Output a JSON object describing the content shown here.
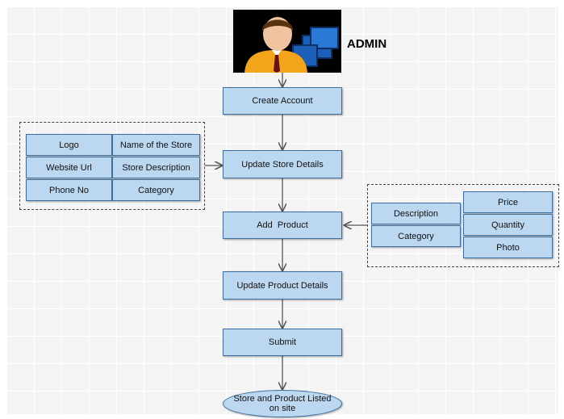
{
  "admin": {
    "label": "ADMIN",
    "icon": "admin-user-icon"
  },
  "flow": {
    "create_account": "Create Account",
    "update_store_details": "Update Store Details",
    "add_product": "Add  Product",
    "update_product_details": "Update Product Details",
    "submit": "Submit",
    "listed_line1": "Store and Product Listed",
    "listed_line2": "on site"
  },
  "store_fields": {
    "logo": "Logo",
    "name_of_store": "Name of the Store",
    "website_url": "Website Url",
    "store_description": "Store Description",
    "phone_no": "Phone No",
    "category": "Category"
  },
  "product_fields": {
    "description": "Description",
    "category": "Category",
    "price": "Price",
    "quantity": "Quantity",
    "photo": "Photo"
  },
  "colors": {
    "box_fill": "#bcd8f0",
    "box_border": "#3c6f9f",
    "connector": "#555555"
  }
}
